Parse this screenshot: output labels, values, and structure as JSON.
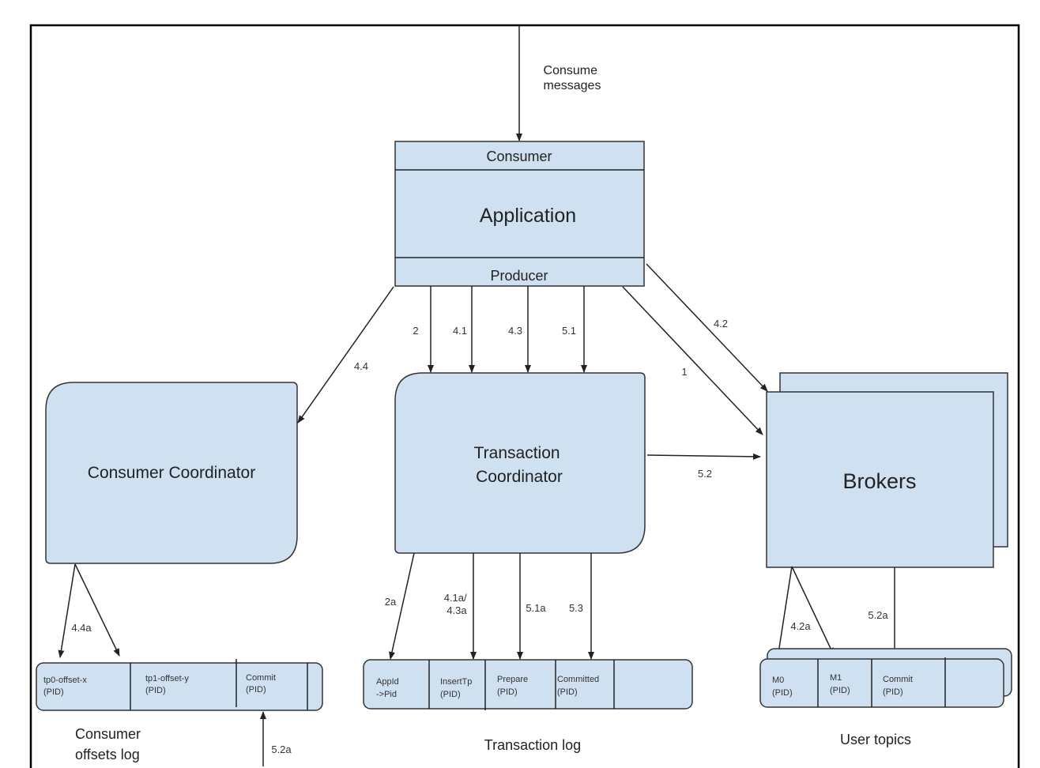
{
  "diagram": {
    "title_input_label": [
      "Consume",
      "messages"
    ],
    "application": {
      "consumer_label": "Consumer",
      "title": "Application",
      "producer_label": "Producer"
    },
    "consumer_coordinator": {
      "title": "Consumer Coordinator"
    },
    "transaction_coordinator": {
      "title_lines": [
        "Transaction",
        "Coordinator"
      ]
    },
    "brokers": {
      "title": "Brokers"
    },
    "arrows": {
      "a1": "1",
      "a2": "2",
      "a41": "4.1",
      "a42": "4.2",
      "a43": "4.3",
      "a44": "4.4",
      "a51": "5.1",
      "a52": "5.2",
      "a2a": "2a",
      "a41a": [
        "4.1a/",
        "4.3a"
      ],
      "a51a": "5.1a",
      "a53": "5.3",
      "a44a": "4.4a",
      "a42a": "4.2a",
      "a52a_topics": "5.2a",
      "a52a_offsets": "5.2a"
    },
    "consumer_offsets_log": {
      "caption": [
        "Consumer",
        "offsets log"
      ],
      "cells": [
        {
          "line1": "tp0-offset-x",
          "line2": "(PID)"
        },
        {
          "line1": "tp1-offset-y",
          "line2": "(PID)"
        },
        {
          "line1": "Commit",
          "line2": "(PID)"
        },
        {
          "line1": "",
          "line2": ""
        }
      ]
    },
    "transaction_log": {
      "caption": "Transaction log",
      "cells": [
        {
          "line1": "AppId",
          "line2": "->Pid"
        },
        {
          "line1": "InsertTp",
          "line2": "(PID)"
        },
        {
          "line1": "Prepare",
          "line2": "(PID)"
        },
        {
          "line1": "Committed",
          "line2": "(PID)"
        },
        {
          "line1": "",
          "line2": ""
        }
      ]
    },
    "user_topics": {
      "caption": "User topics",
      "cells": [
        {
          "line1": "M0",
          "line2": "(PID)"
        },
        {
          "line1": "M1",
          "line2": "(PID)"
        },
        {
          "line1": "Commit",
          "line2": "(PID)"
        },
        {
          "line1": "",
          "line2": ""
        }
      ]
    },
    "colors": {
      "box_fill": "#cfe0f0",
      "stroke": "#333333"
    }
  }
}
